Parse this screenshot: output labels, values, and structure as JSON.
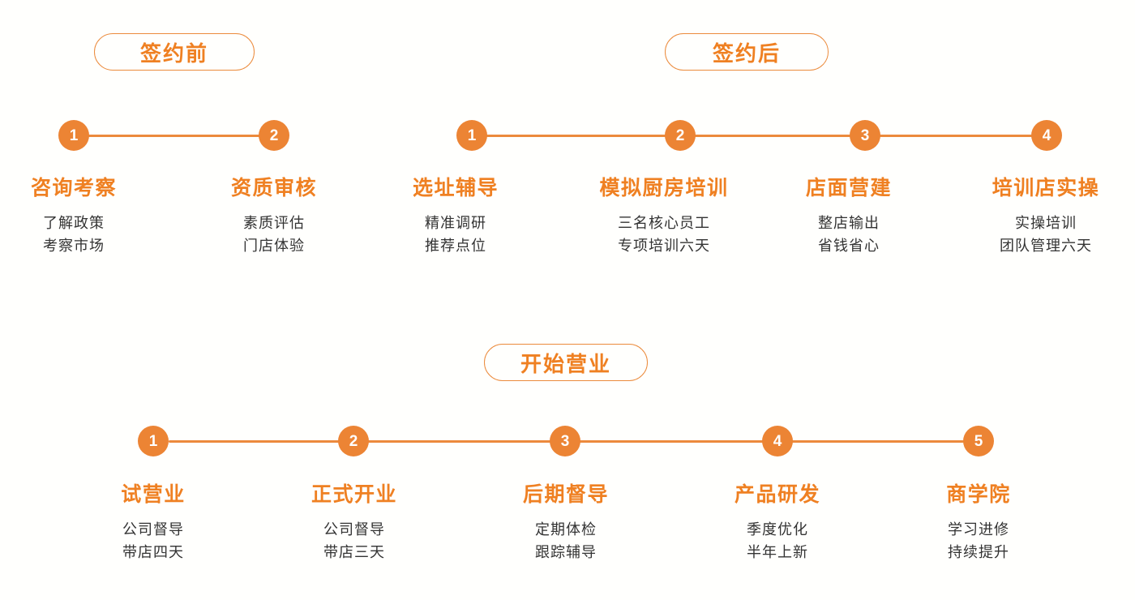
{
  "page": {
    "background": "#fffffd",
    "accent": "#ef8022",
    "node_color": "#ec8434",
    "line_color": "#ec8a3c",
    "text_color": "#333333"
  },
  "sections": [
    {
      "badge": "签约前",
      "steps": [
        {
          "num": "1",
          "title": "咨询考察",
          "lines": [
            "了解政策",
            "考察市场"
          ]
        },
        {
          "num": "2",
          "title": "资质审核",
          "lines": [
            "素质评估",
            "门店体验"
          ]
        }
      ]
    },
    {
      "badge": "签约后",
      "steps": [
        {
          "num": "1",
          "title": "选址辅导",
          "lines": [
            "精准调研",
            "推荐点位"
          ]
        },
        {
          "num": "2",
          "title": "模拟厨房培训",
          "lines": [
            "三名核心员工",
            "专项培训六天"
          ]
        },
        {
          "num": "3",
          "title": "店面营建",
          "lines": [
            "整店输出",
            "省钱省心"
          ]
        },
        {
          "num": "4",
          "title": "培训店实操",
          "lines": [
            "实操培训",
            "团队管理六天"
          ]
        }
      ]
    },
    {
      "badge": "开始营业",
      "steps": [
        {
          "num": "1",
          "title": "试营业",
          "lines": [
            "公司督导",
            "带店四天"
          ]
        },
        {
          "num": "2",
          "title": "正式开业",
          "lines": [
            "公司督导",
            "带店三天"
          ]
        },
        {
          "num": "3",
          "title": "后期督导",
          "lines": [
            "定期体检",
            "跟踪辅导"
          ]
        },
        {
          "num": "4",
          "title": "产品研发",
          "lines": [
            "季度优化",
            "半年上新"
          ]
        },
        {
          "num": "5",
          "title": "商学院",
          "lines": [
            "学习进修",
            "持续提升"
          ]
        }
      ]
    }
  ]
}
